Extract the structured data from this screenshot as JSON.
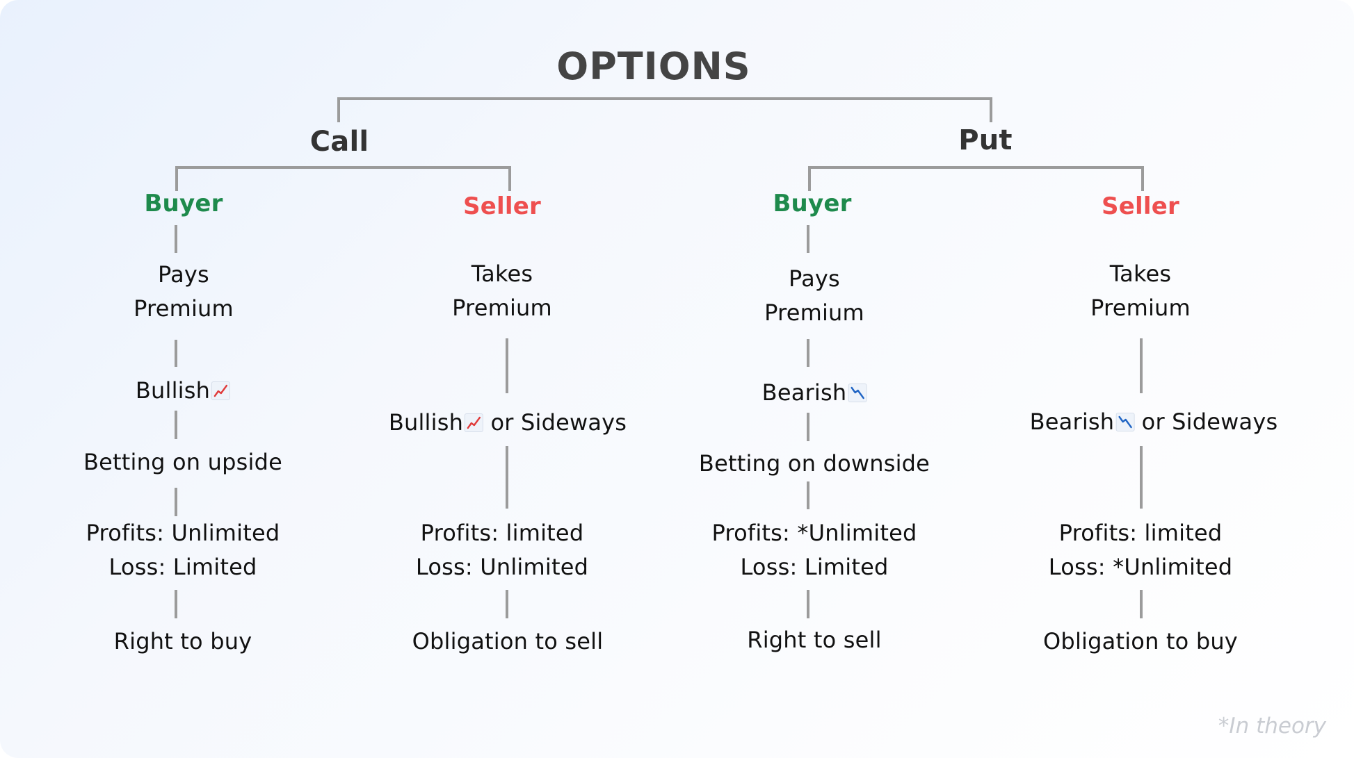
{
  "title": "OPTIONS",
  "footnote": "*In theory",
  "colors": {
    "buyer": "#1e8a4c",
    "seller": "#ee4f4f",
    "connector": "#9b9b9b",
    "text": "#111111"
  },
  "branches": [
    {
      "label": "Call",
      "roles": [
        {
          "label": "Buyer",
          "premium": [
            "Pays",
            "Premium"
          ],
          "outlook": "Bullish",
          "outlook_icon": "chart-up-icon",
          "outlook_suffix": "",
          "bet": "Betting on upside",
          "profits": "Profits: Unlimited",
          "loss": "Loss: Limited",
          "right": "Right to buy"
        },
        {
          "label": "Seller",
          "premium": [
            "Takes",
            "Premium"
          ],
          "outlook": "Bullish",
          "outlook_icon": "chart-up-icon",
          "outlook_suffix": " or Sideways",
          "profits": "Profits: limited",
          "loss": "Loss: Unlimited",
          "right": "Obligation to sell"
        }
      ]
    },
    {
      "label": "Put",
      "roles": [
        {
          "label": "Buyer",
          "premium": [
            "Pays",
            "Premium"
          ],
          "outlook": "Bearish",
          "outlook_icon": "chart-down-icon",
          "outlook_suffix": "",
          "bet": "Betting on downside",
          "profits": "Profits: *Unlimited",
          "loss": "Loss: Limited",
          "right": "Right to sell"
        },
        {
          "label": "Seller",
          "premium": [
            "Takes",
            "Premium"
          ],
          "outlook": "Bearish",
          "outlook_icon": "chart-down-icon",
          "outlook_suffix": " or Sideways",
          "profits": "Profits: limited",
          "loss": "Loss: *Unlimited",
          "right": "Obligation to buy"
        }
      ]
    }
  ]
}
